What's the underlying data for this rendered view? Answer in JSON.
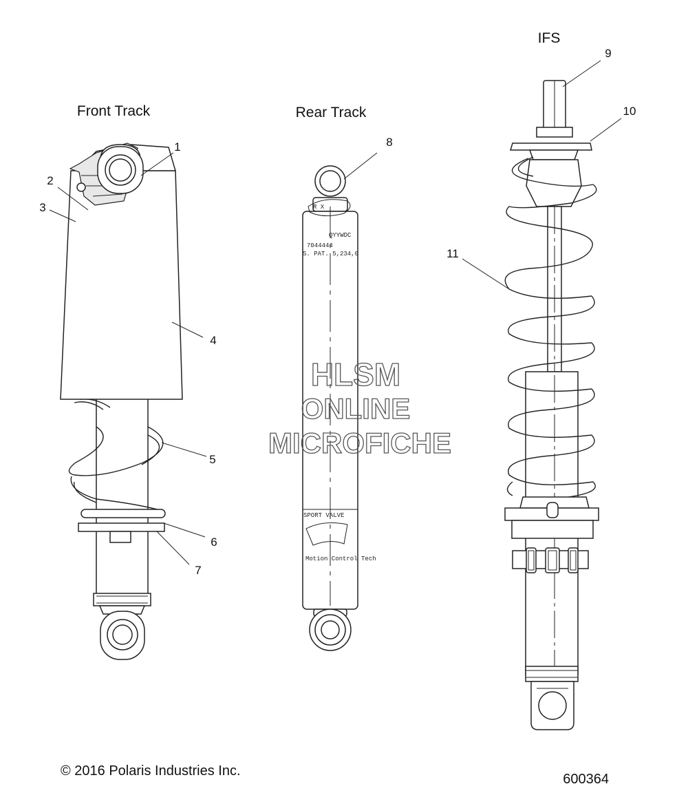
{
  "sections": {
    "front_track": "Front Track",
    "rear_track": "Rear Track",
    "ifs": "IFS"
  },
  "callouts": [
    "1",
    "2",
    "3",
    "4",
    "5",
    "6",
    "7",
    "8",
    "9",
    "10",
    "11"
  ],
  "body_stamp": {
    "line1": "QYYWDC",
    "line2": "7044444",
    "line3": "S. PAT. 5,234,0",
    "valve": "SPORT VALVE",
    "tagline": "Motion Control Tech"
  },
  "watermark": {
    "line1": "HLSM",
    "line2": "ONLINE",
    "line3": "MICROFICHE"
  },
  "footer": {
    "copyright": "© 2016 Polaris Industries Inc.",
    "figure_number": "600364"
  }
}
